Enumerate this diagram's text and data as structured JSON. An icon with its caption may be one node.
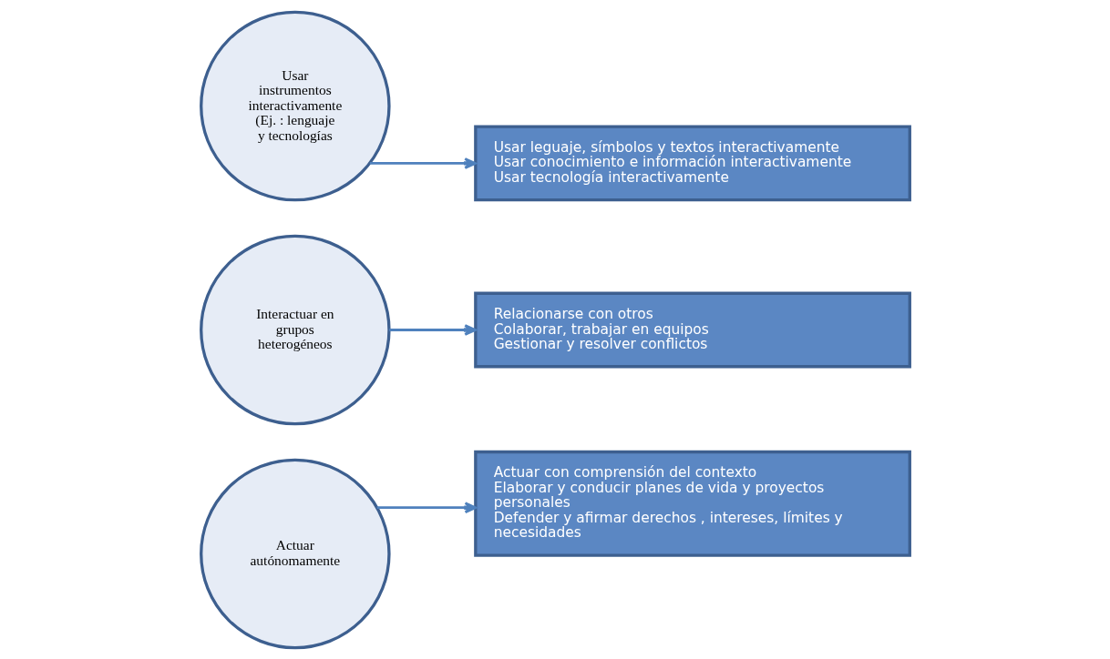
{
  "diagram": {
    "nodes": [
      {
        "text": [
          "Usar instrumentos interactivamente (Ej. : lenguaje y tecnologías"
        ]
      },
      {
        "text": [
          "Interactuar en grupos heterogéneos"
        ]
      },
      {
        "text": [
          "Actuar autónomamente"
        ]
      },
      {
        "text": [
          "Usar leguaje, símbolos y textos interactivamente",
          "Usar conocimiento e información interactivamente",
          "Usar tecnología interactivamente"
        ]
      },
      {
        "text": [
          "Relacionarse con otros",
          "Colaborar, trabajar en equipos",
          "Gestionar y resolver conflictos"
        ]
      },
      {
        "text": [
          "Actuar con comprensión del contexto",
          "Elaborar y conducir planes de vida y proyectos personales",
          "Defender y afirmar derechos , intereses, límites y necesidades"
        ]
      }
    ],
    "edges": [
      {
        "from": 0,
        "to": 3,
        "arrow": "to"
      },
      {
        "from": 1,
        "to": 4,
        "arrow": "to"
      },
      {
        "from": 2,
        "to": 5,
        "arrow": "to"
      }
    ]
  }
}
